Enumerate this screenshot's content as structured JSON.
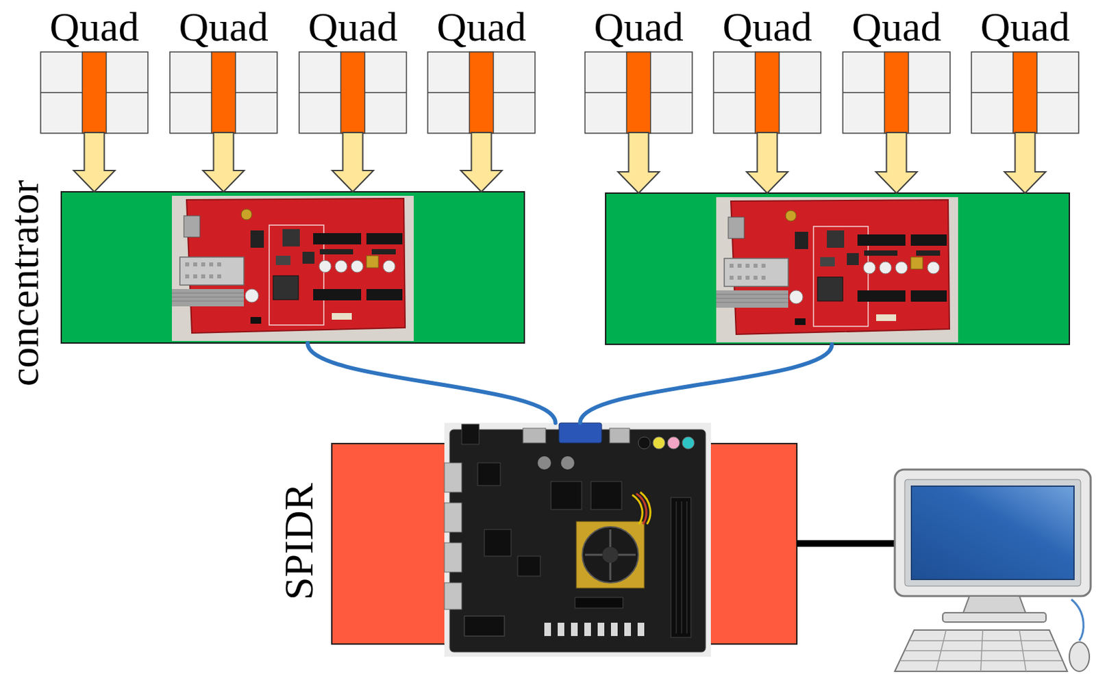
{
  "diagram": {
    "nodes": [
      {
        "text": [
          "Quad"
        ]
      },
      {
        "text": [
          "Quad"
        ]
      },
      {
        "text": [
          "Quad"
        ]
      },
      {
        "text": [
          "Quad"
        ]
      },
      {
        "text": [
          "Quad"
        ]
      },
      {
        "text": [
          "Quad"
        ]
      },
      {
        "text": [
          "Quad"
        ]
      },
      {
        "text": [
          "Quad"
        ]
      },
      {
        "text": [
          "concentrator"
        ]
      },
      {
        "text": []
      },
      {
        "text": [
          "SPIDR"
        ]
      }
    ],
    "edges": [
      {
        "from": 0,
        "to": 8,
        "arrow": "to"
      },
      {
        "from": 1,
        "to": 8,
        "arrow": "to"
      },
      {
        "from": 2,
        "to": 8,
        "arrow": "to"
      },
      {
        "from": 3,
        "to": 8,
        "arrow": "to"
      },
      {
        "from": 4,
        "to": 9,
        "arrow": "to"
      },
      {
        "from": 5,
        "to": 9,
        "arrow": "to"
      },
      {
        "from": 6,
        "to": 9,
        "arrow": "to"
      },
      {
        "from": 7,
        "to": 9,
        "arrow": "to"
      },
      {
        "from": 8,
        "to": 10,
        "arrow": "none"
      },
      {
        "from": 9,
        "to": 10,
        "arrow": "none"
      }
    ]
  }
}
